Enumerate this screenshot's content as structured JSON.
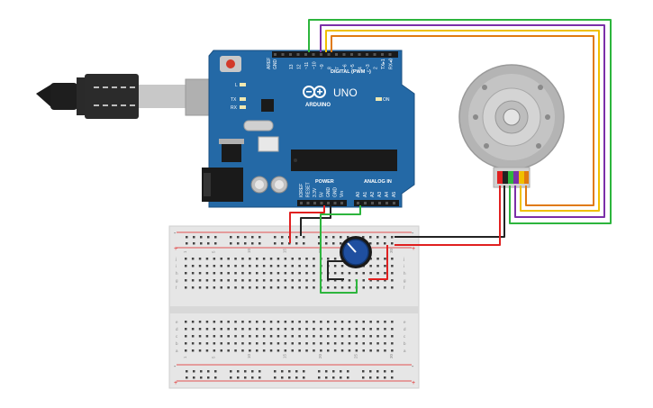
{
  "board": {
    "brand": "ARDUINO",
    "model": "UNO",
    "digital_header": "DIGITAL (PWM ~)",
    "power_header": "POWER",
    "analog_header": "ANALOG IN",
    "led_l": "L",
    "led_tx": "TX",
    "led_rx": "RX",
    "led_on": "ON",
    "aref": "AREF",
    "gnd": "GND",
    "digital_pins": [
      "13",
      "12",
      "~11",
      "~10",
      "~9",
      "8",
      "7",
      "~6",
      "~5",
      "4",
      "~3",
      "2",
      "TX▸1",
      "RX◂0"
    ],
    "power_pins": [
      "IOREF",
      "RESET",
      "3.3V",
      "5V",
      "GND",
      "GND",
      "Vin"
    ],
    "analog_pins": [
      "A0",
      "A1",
      "A2",
      "A3",
      "A4",
      "A5"
    ]
  },
  "breadboard": {
    "row_letters_top": [
      "j",
      "i",
      "h",
      "g",
      "f"
    ],
    "row_letters_bottom": [
      "e",
      "d",
      "c",
      "b",
      "a"
    ],
    "column_numbers": [
      "1",
      "5",
      "10",
      "15",
      "20",
      "25",
      "30"
    ],
    "rail_plus": "+",
    "rail_minus": "-"
  },
  "colors": {
    "board": "#2469a6",
    "wire_red": "#e02020",
    "wire_black": "#222222",
    "wire_green": "#2db53d",
    "wire_purple": "#7b2fa8",
    "wire_yellow": "#f0c000",
    "wire_orange": "#e07a10",
    "pot_knob": "#1f4fa0"
  },
  "components": {
    "usb_cable": "usb-cable",
    "potentiometer": "potentiometer",
    "encoder_motor": "encoder-motor"
  }
}
